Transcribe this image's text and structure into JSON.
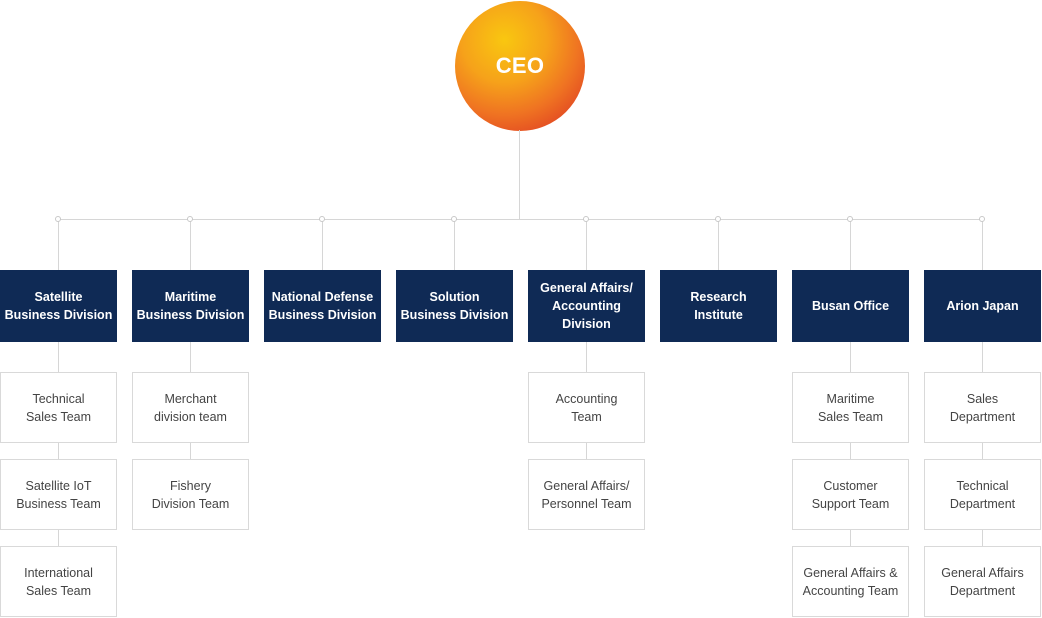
{
  "ceo": {
    "label": "CEO"
  },
  "divisions": [
    {
      "label": "Satellite\nBusiness Division",
      "teams": [
        "Technical\nSales Team",
        "Satellite IoT\nBusiness Team",
        "International\nSales Team"
      ]
    },
    {
      "label": "Maritime\nBusiness Division",
      "teams": [
        "Merchant\ndivision team",
        "Fishery\nDivision Team"
      ]
    },
    {
      "label": "National Defense\nBusiness Division",
      "teams": []
    },
    {
      "label": "Solution\nBusiness Division",
      "teams": []
    },
    {
      "label": "General Affairs/\nAccounting\nDivision",
      "teams": [
        "Accounting\nTeam",
        "General Affairs/\nPersonnel Team"
      ]
    },
    {
      "label": "Research\nInstitute",
      "teams": []
    },
    {
      "label": "Busan Office",
      "teams": [
        "Maritime\nSales Team",
        "Customer\nSupport Team",
        "General Affairs &\nAccounting Team"
      ]
    },
    {
      "label": "Arion Japan",
      "teams": [
        "Sales\nDepartment",
        "Technical\nDepartment",
        "General Affairs\nDepartment"
      ]
    }
  ],
  "colors": {
    "division_bg": "#0f2a55",
    "connector": "#d6d6d6",
    "ceo_gradient": [
      "#f9c710",
      "#ef7222",
      "#d22a22"
    ]
  }
}
